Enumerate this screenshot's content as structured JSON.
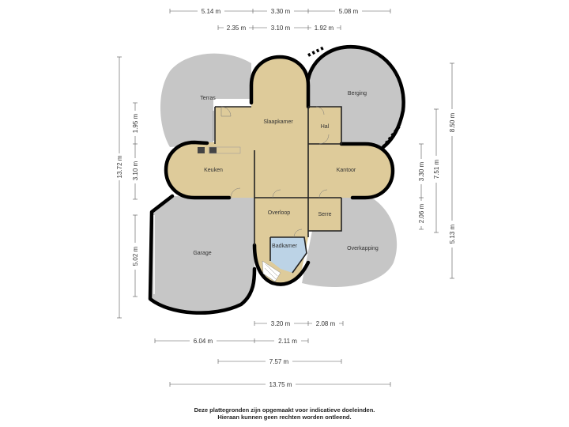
{
  "rooms": {
    "terras": "Terras",
    "berging": "Berging",
    "slaapkamer": "Slaapkamer",
    "hal": "Hal",
    "keuken": "Keuken",
    "kantoor": "Kantoor",
    "overloop": "Overloop",
    "serre": "Serre",
    "garage": "Garage",
    "badkamer": "Badkamer",
    "overkapping": "Overkapping"
  },
  "dimensions": {
    "top_row1": [
      "5.14 m",
      "3.30 m",
      "5.08 m"
    ],
    "top_row2": [
      "2.35 m",
      "3.10 m",
      "1.92 m"
    ],
    "left_outer": "13.72 m",
    "left_inner": [
      "1.95 m",
      "3.10 m"
    ],
    "left_garage": "5.02 m",
    "right_outer": "8.50 m",
    "right_mid": "7.51 m",
    "right_inner": [
      "3.30 m",
      "2.06 m"
    ],
    "right_bottom": "5.13 m",
    "bottom_row1": [
      "3.20 m",
      "2.08 m"
    ],
    "bottom_row2": [
      "6.04 m",
      "2.11 m"
    ],
    "bottom_row3": "7.57 m",
    "bottom_row4": "13.75 m"
  },
  "colors": {
    "living_fill": "#decb9a",
    "outdoor_fill": "#c6c6c6",
    "bathroom_fill": "#bcd3e6",
    "wall": "#000000"
  },
  "disclaimer": {
    "line1": "Deze plattegronden zijn opgemaakt voor indicatieve doeleinden.",
    "line2": "Hieraan kunnen geen rechten worden ontleend."
  }
}
